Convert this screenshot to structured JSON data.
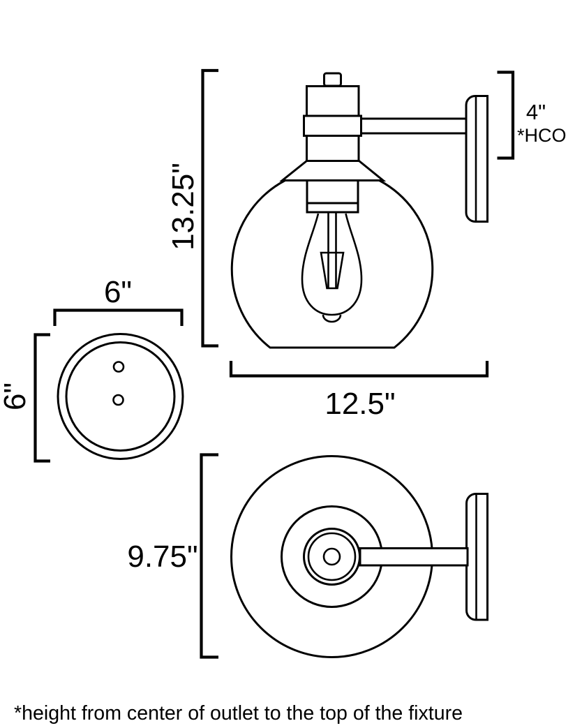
{
  "drawing": {
    "labels": {
      "overall_height": "13.25\"",
      "arm_height": "4\"",
      "arm_height_note": "*HCO",
      "overall_depth": "12.5\"",
      "backplate_width": "6\"",
      "backplate_height": "6\"",
      "fixture_width": "9.75\"",
      "footnote": "*height from center of outlet to the top of the fixture"
    },
    "colors": {
      "line": "#000000",
      "background": "#ffffff"
    }
  }
}
